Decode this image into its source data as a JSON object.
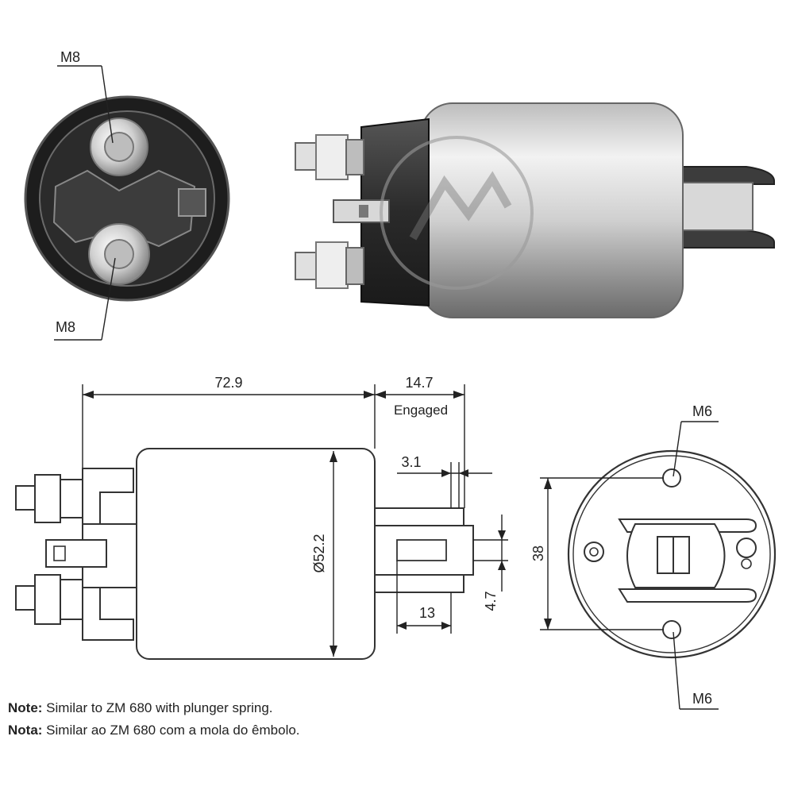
{
  "photo_end_view": {
    "terminal_top_label": "M8",
    "terminal_bottom_label": "M8"
  },
  "side_view": {
    "length_label": "72.9",
    "stroke_label": "14.7",
    "stroke_note": "Engaged",
    "offset_label": "3.1",
    "diameter_label": "Ø52.2",
    "plunger_slot_label": "13",
    "slot_width_label": "4.7"
  },
  "end_view": {
    "hole_top_label": "M6",
    "hole_bottom_label": "M6",
    "hole_spacing_label": "38"
  },
  "notes": {
    "en_prefix": "Note:",
    "en_text": " Similar to ZM 680 with plunger spring.",
    "pt_prefix": "Nota:",
    "pt_text": " Similar ao ZM 680 com a mola do êmbolo."
  },
  "colors": {
    "metal_light": "#e6e6e6",
    "metal_dark": "#3a3a3a",
    "line": "#222222"
  }
}
